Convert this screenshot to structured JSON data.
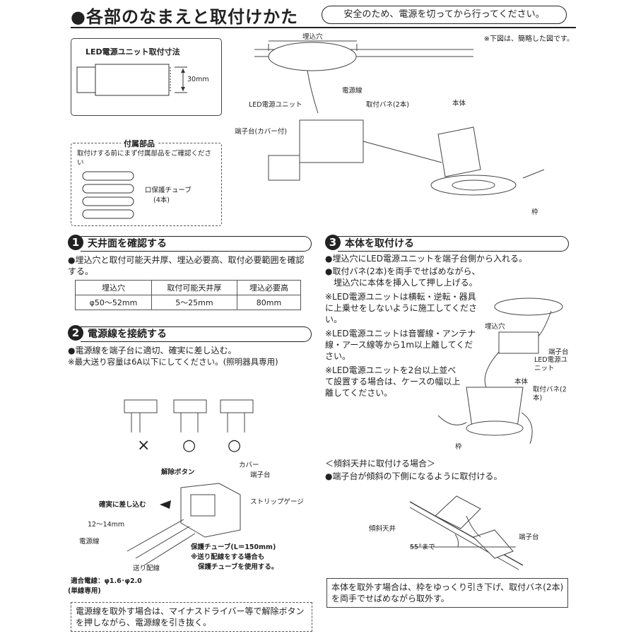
{
  "header": {
    "title": "●各部のなまえと取付けかた",
    "caution": "安全のため、電源を切ってから行ってください。",
    "note": "※下図は、簡略した図です。"
  },
  "dimension_box": {
    "title": "LED電源ユニット取付寸法",
    "size": "30mm"
  },
  "accessories": {
    "title": "付属部品",
    "instruction": "取付けする前にまず付属部品をご確認ください",
    "item": "口保護チューブ",
    "count": "(4本)"
  },
  "diagram_labels": {
    "hole": "埋込穴",
    "cable": "電源線",
    "led_unit": "LED電源ユニット",
    "spring": "取付バネ(2本)",
    "body": "本体",
    "terminal": "端子台(カバー付)",
    "frame": "枠"
  },
  "section1": {
    "num": "1",
    "heading": "天井面を確認する",
    "text": "●埋込穴と取付可能天井厚、埋込必要高、取付必要範囲を確認する。",
    "table": {
      "headers": [
        "埋込穴",
        "取付可能天井厚",
        "埋込必要高"
      ],
      "row": [
        "φ50～52mm",
        "5～25mm",
        "80mm"
      ]
    }
  },
  "section2": {
    "num": "2",
    "heading": "電源線を接続する",
    "text1": "●電源線を端子台に適切、確実に差し込む。",
    "text2": "※最大送り容量は6A以下にしてください。(照明器具専用)",
    "marks": [
      "×",
      "○",
      "○"
    ],
    "release_button": "解除ボタン",
    "cover": "カバー",
    "terminal": "端子台",
    "strip_gauge": "ストリップゲージ",
    "insert": "確実に差し込む",
    "strip_len": "12～14mm",
    "cable": "電源線",
    "feed": "送り配線",
    "tube": "保護チューブ(L＝150mm)",
    "tube_note1": "※送り配線をする場合も",
    "tube_note2": "保護チューブを使用する。",
    "wire_spec": "適合電線：φ1.6･φ2.0",
    "wire_only": "(単線専用)",
    "remove_note": "電源線を取外す場合は、マイナスドライバー等で解除ボタンを押しながら、電源線を引き抜く。"
  },
  "section3": {
    "num": "3",
    "heading": "本体を取付ける",
    "text1": "●埋込穴にLED電源ユニットを端子台側から入れる。",
    "text2a": "●取付バネ(2本)を両手でせばめながら、",
    "text2b": "埋込穴に本体を挿入して押し上げる。",
    "note1": "※LED電源ユニットは横転・逆転・器具に上乗せをしないように施工してください。",
    "note2": "※LED電源ユニットは音響線・アンテナ線・アース線等から1m以上離してください。",
    "note3": "※LED電源ユニットを2台以上並べて設置する場合は、ケースの幅以上離してください。",
    "label_hole": "埋込穴",
    "label_terminal": "端子台",
    "label_unit": "LED電源ユニット",
    "label_body": "本体",
    "label_spring": "取付バネ(2本)",
    "label_frame": "枠",
    "slope_heading": "＜傾斜天井に取付ける場合＞",
    "slope_text": "●端子台が傾斜の下側になるように取付ける。",
    "slope_label": "傾斜天井",
    "slope_angle": "55°まで",
    "slope_terminal": "端子台",
    "remove_note": "本体を取外す場合は、枠をゆっくり引き下げ、取付バネ(2本)を両手でせばめながら取外す。"
  }
}
